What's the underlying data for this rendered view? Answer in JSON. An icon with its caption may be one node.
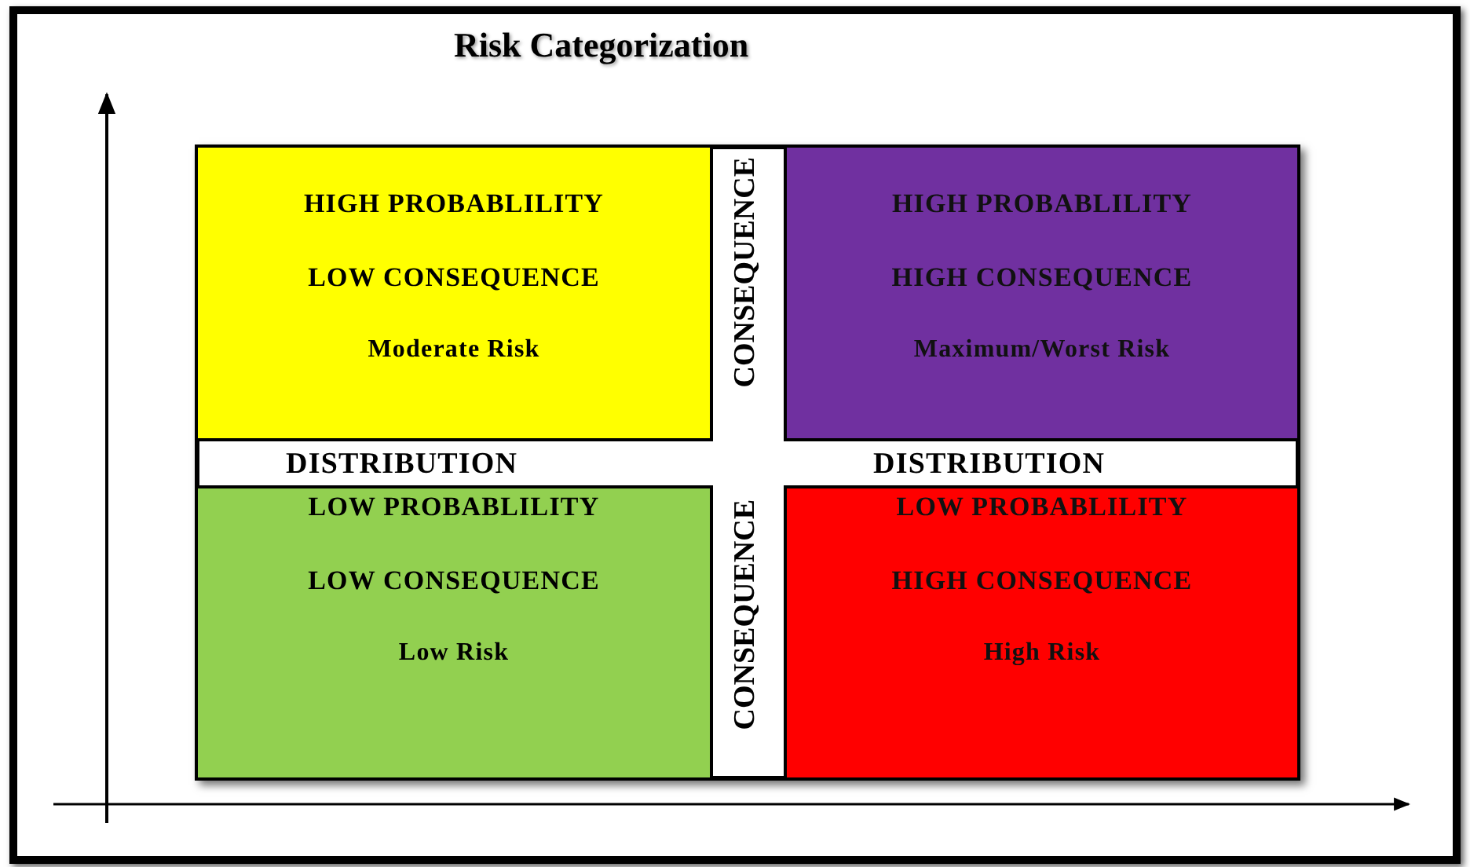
{
  "diagram": {
    "title": "Risk Categorization",
    "nodes": [
      {
        "text": [
          "HIGH PROBABLILITY",
          "LOW CONSEQUENCE",
          "Moderate Risk"
        ]
      },
      {
        "text": [
          "HIGH PROBABLILITY",
          "HIGH CONSEQUENCE",
          "Maximum/Worst Risk"
        ]
      },
      {
        "text": [
          "LOW PROBABLILITY",
          "LOW CONSEQUENCE",
          "Low Risk"
        ]
      },
      {
        "text": [
          "LOW PROBABLILITY",
          "HIGH CONSEQUENCE",
          "High Risk"
        ]
      }
    ],
    "edges": [],
    "labels": [
      "CONSEQUENCE",
      "DISTRIBUTION",
      "DISTRIBUTION",
      "CONSEQUENCE"
    ]
  }
}
